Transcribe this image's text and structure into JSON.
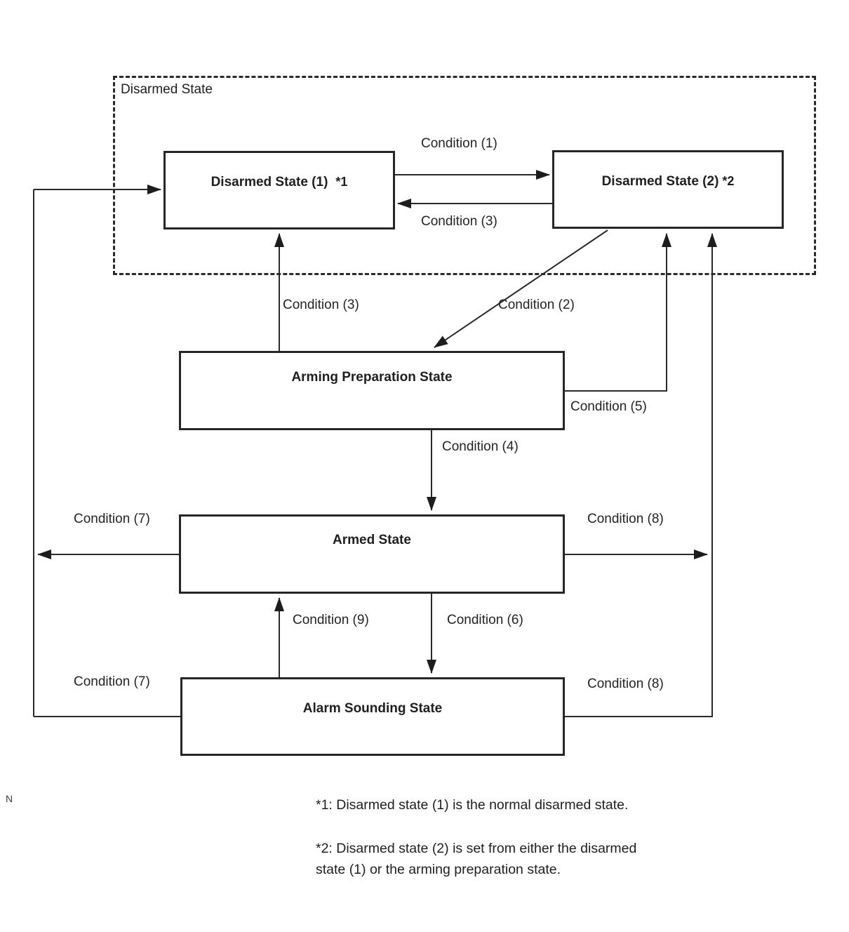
{
  "diagram": {
    "region": {
      "label": "Disarmed State"
    },
    "states": {
      "disarmed1": {
        "label": "Disarmed State (1)",
        "note": "*1"
      },
      "disarmed2": {
        "label": "Disarmed State (2)",
        "note": "*2"
      },
      "arming_preparation": {
        "label": "Arming Preparation State"
      },
      "armed": {
        "label": "Armed State"
      },
      "alarm_sounding": {
        "label": "Alarm Sounding State"
      }
    },
    "transitions": {
      "condition1": "Condition (1)",
      "condition3_top": "Condition (3)",
      "condition3_mid": "Condition (3)",
      "condition2": "Condition (2)",
      "condition5": "Condition (5)",
      "condition4": "Condition (4)",
      "condition7_armed": "Condition (7)",
      "condition8_armed": "Condition (8)",
      "condition9": "Condition (9)",
      "condition6": "Condition (6)",
      "condition7_alarm": "Condition (7)",
      "condition8_alarm": "Condition (8)"
    },
    "footnotes": {
      "note1": "*1: Disarmed state (1) is the normal disarmed state.",
      "note2": "*2: Disarmed state (2) is set from either the disarmed\nstate (1) or the arming preparation state."
    },
    "page_marker": "N",
    "colors": {
      "line": "#2a2a2a",
      "background": "#ffffff"
    }
  }
}
